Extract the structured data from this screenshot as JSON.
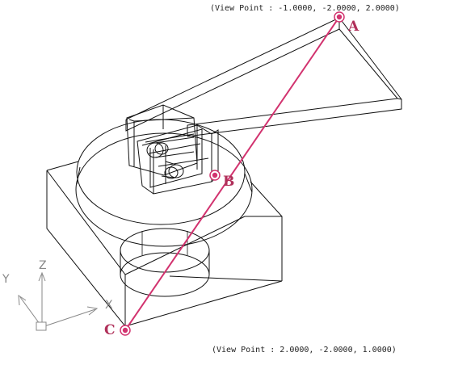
{
  "view_point_top": "(View Point : -1.0000, -2.0000, 2.0000)",
  "view_point_bottom": "(View Point : 2.0000, -2.0000, 1.0000)",
  "points": {
    "a": "A",
    "b": "B",
    "c": "C"
  },
  "axes": {
    "x": "X",
    "y": "Y",
    "z": "Z"
  },
  "colors": {
    "accent": "#d2336f",
    "label": "#b0305a",
    "line": "#111111",
    "axis": "#888888"
  }
}
